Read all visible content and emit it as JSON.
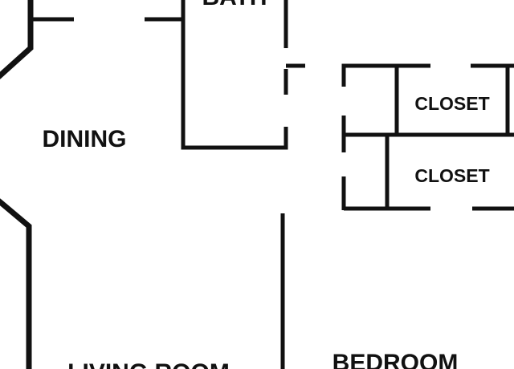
{
  "plan": {
    "rooms": {
      "bath": "BATH",
      "dining": "DINING",
      "closet_upper": "CLOSET",
      "closet_lower": "CLOSET",
      "living_room": "LIVING ROOM",
      "bedroom": "BEDROOM"
    },
    "colors": {
      "wall": "#111111",
      "background": "#ffffff"
    }
  }
}
